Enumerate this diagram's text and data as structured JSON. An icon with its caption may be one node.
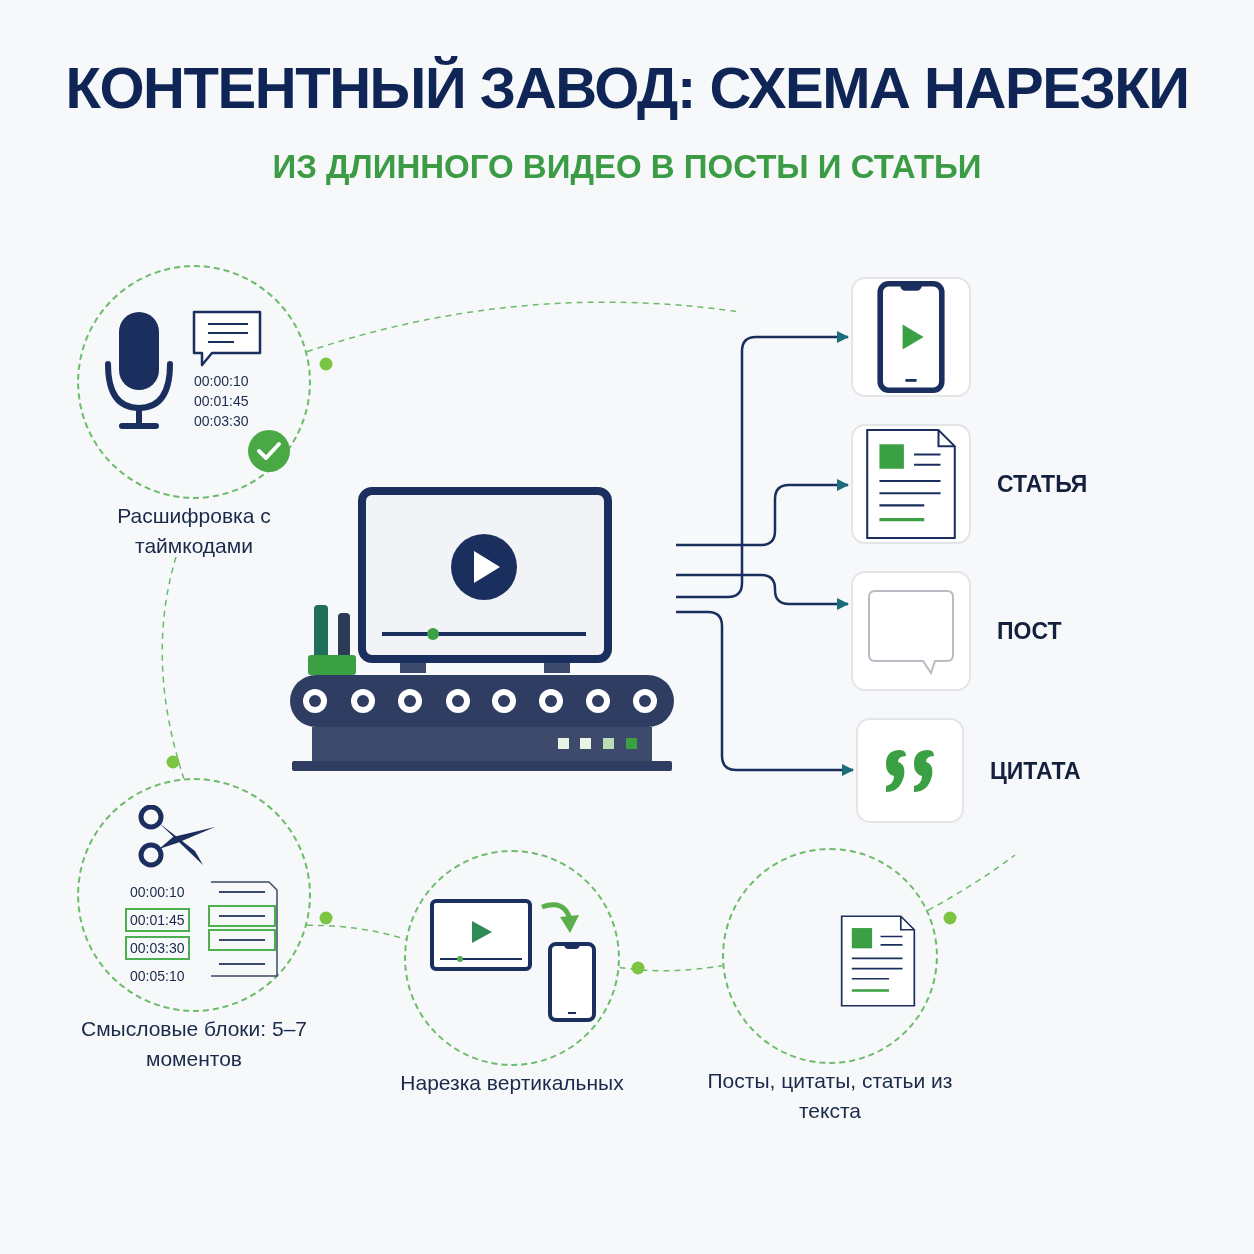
{
  "diagram": {
    "title": "КОНТЕНТНЫЙ ЗАВОД: СХЕМА НАРЕЗКИ",
    "nodes": [
      {
        "text": [
          "00:00:10",
          "00:01:45",
          "00:03:30",
          "Расшифровка с таймкодами"
        ]
      },
      {
        "text": [
          "00:00:10",
          "00:01:45",
          "00:03:30",
          "00:05:10",
          "Смысловые блоки: 5–7 моментов"
        ]
      },
      {
        "text": [
          "Нарезка вертикальных"
        ]
      },
      {
        "text": [
          "Посты, цитаты, статьи из текста"
        ]
      },
      {
        "text": [],
        "shape": "picture"
      },
      {
        "text": [],
        "shape": "box"
      },
      {
        "text": [
          "СТАТЬЯ"
        ]
      },
      {
        "text": [
          "ПОСТ"
        ]
      },
      {
        "text": [
          "ЦИТАТА"
        ]
      }
    ],
    "edges": [
      {
        "from": 0,
        "to": null,
        "arrow": "none",
        "style": "dashed"
      },
      {
        "from": 0,
        "to": 1,
        "arrow": "none",
        "style": "dashed"
      },
      {
        "from": 1,
        "to": 2,
        "arrow": "none",
        "style": "dashed"
      },
      {
        "from": 2,
        "to": 3,
        "arrow": "none",
        "style": "dashed"
      },
      {
        "from": 3,
        "to": null,
        "arrow": "none",
        "style": "dashed"
      },
      {
        "from": 4,
        "to": 5,
        "arrow": "to",
        "color": "#1b2f5e"
      },
      {
        "from": 4,
        "to": 6,
        "arrow": "to",
        "color": "#1b2f5e"
      },
      {
        "from": 4,
        "to": 7,
        "arrow": "to",
        "color": "#1b2f5e"
      },
      {
        "from": 4,
        "to": 8,
        "arrow": "to",
        "color": "#1b2f5e"
      }
    ],
    "labels": [
      "ИЗ ДЛИННОГО ВИДЕО В ПОСТЫ И СТАТЬИ"
    ]
  }
}
